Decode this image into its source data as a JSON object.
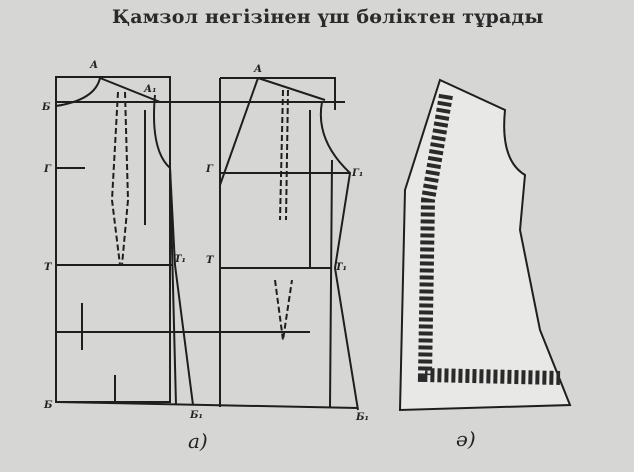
{
  "title": "Қамзол негізінен үш бөліктен тұрады",
  "figure_a": {
    "caption": "а)",
    "points": {
      "A": "А",
      "B": "Б",
      "G": "Г",
      "T": "Т",
      "B_prime": "Б",
      "G1": "Г₁",
      "T1": "Т₁",
      "B1": "Б₁",
      "A1": "А₁"
    }
  },
  "figure_ae": {
    "caption": "ә)"
  }
}
